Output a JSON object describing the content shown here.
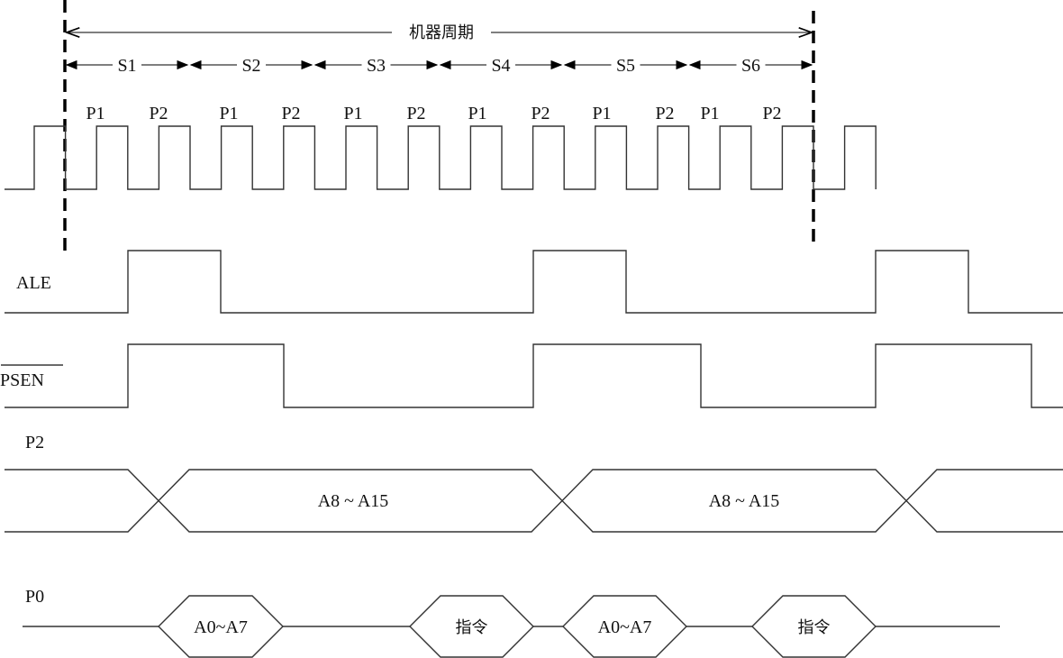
{
  "machine_cycle_label": "机器周期",
  "states": [
    "S1",
    "S2",
    "S3",
    "S4",
    "S5",
    "S6"
  ],
  "phases": [
    "P1",
    "P2",
    "P1",
    "P2",
    "P1",
    "P2",
    "P1",
    "P2",
    "P1",
    "P2",
    "P1",
    "P2"
  ],
  "signals": {
    "ale": "ALE",
    "psen": "PSEN",
    "p2": "P2",
    "p0": "P0"
  },
  "p2_bus": [
    "A8 ~ A15",
    "A8 ~ A15"
  ],
  "p0_bus": [
    "A0~A7",
    "指令",
    "A0~A7",
    "指令"
  ]
}
